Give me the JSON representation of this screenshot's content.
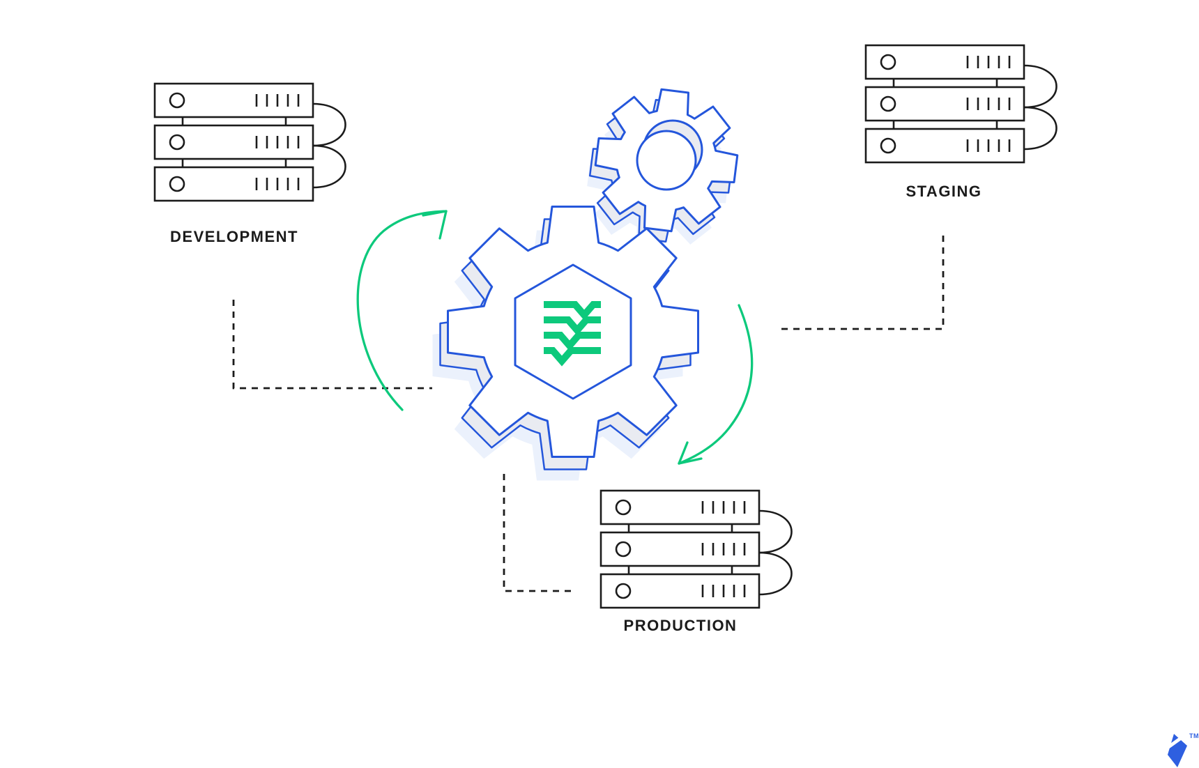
{
  "diagram": {
    "type": "deployment-pipeline",
    "labels": {
      "development": "DEVELOPMENT",
      "staging": "STAGING",
      "production": "PRODUCTION"
    },
    "nodes": [
      {
        "id": "development",
        "label": "DEVELOPMENT",
        "type": "server-stack",
        "servers": 3
      },
      {
        "id": "staging",
        "label": "STAGING",
        "type": "server-stack",
        "servers": 3
      },
      {
        "id": "production",
        "label": "PRODUCTION",
        "type": "server-stack",
        "servers": 3
      },
      {
        "id": "pipeline",
        "label": "",
        "type": "gears",
        "icon": "gear-code-merge"
      }
    ],
    "connections": [
      {
        "from": "development",
        "to": "pipeline",
        "style": "dashed"
      },
      {
        "from": "staging",
        "to": "pipeline",
        "style": "dashed"
      },
      {
        "from": "pipeline",
        "to": "production",
        "style": "dashed"
      }
    ],
    "colors": {
      "blue": "#2456DB",
      "green": "#0DC97C",
      "light_gray": "#E9EBF1",
      "light_blue": "#EBF1FC",
      "ink": "#1B1B1B",
      "logo_blue": "#2E5FE0",
      "background": "#FFFFFF"
    },
    "watermark": {
      "trademark": "TM"
    }
  }
}
